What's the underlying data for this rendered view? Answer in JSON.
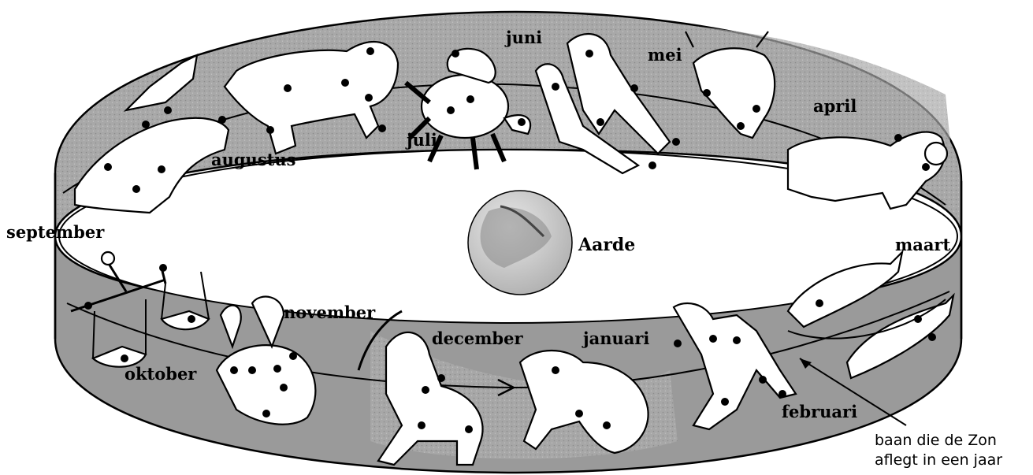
{
  "months": {
    "september": "september",
    "augustus": "augustus",
    "juli": "juli",
    "juni": "juni",
    "mei": "mei",
    "april": "april",
    "maart": "maart",
    "februari": "februari",
    "januari": "januari",
    "december": "december",
    "november": "november",
    "oktober": "oktober"
  },
  "center": {
    "label": "Aarde"
  },
  "annotation": {
    "line1": "baan die de Zon",
    "line2": "aflegt in een jaar"
  },
  "colors": {
    "band": "#9a9a9a",
    "band_dark": "#808080",
    "ring_inner": "#bdbdbd",
    "figure": "#ffffff",
    "ink": "#000000"
  },
  "icons": [
    "virgo-figure",
    "leo-figure",
    "cancer-figure",
    "gemini-figure",
    "taurus-figure",
    "aries-figure",
    "pisces-figure",
    "aquarius-figure",
    "capricorn-figure",
    "sagittarius-figure",
    "scorpio-figure",
    "libra-figure",
    "earth-globe",
    "ecliptic-arrow"
  ]
}
